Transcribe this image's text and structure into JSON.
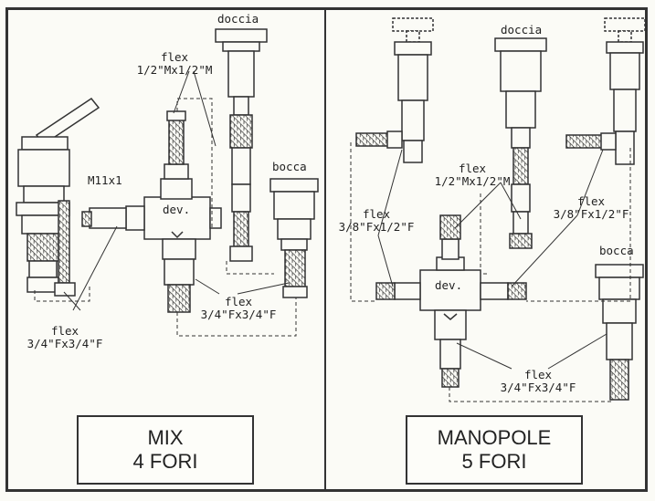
{
  "left_panel": {
    "box": {
      "line1": "MIX",
      "line2": "4 FORI"
    },
    "labels": {
      "doccia": "doccia",
      "bocca": "bocca",
      "dev": "dev.",
      "m11": "M11x1",
      "flex_top_1": "flex",
      "flex_top_2": "1/2\"Mx1/2\"M",
      "flex_right_1": "flex",
      "flex_right_2": "3/4\"Fx3/4\"F",
      "flex_left_1": "flex",
      "flex_left_2": "3/4\"Fx3/4\"F"
    }
  },
  "right_panel": {
    "box": {
      "line1": "MANOPOLE",
      "line2": "5 FORI"
    },
    "labels": {
      "doccia": "doccia",
      "bocca": "bocca",
      "dev": "dev.",
      "flex_center_1": "flex",
      "flex_center_2": "1/2\"Mx1/2\"M",
      "flex_left_1": "flex",
      "flex_left_2": "3/8\"Fx1/2\"F",
      "flex_right_1": "flex",
      "flex_right_2": "3/8\"Fx1/2\"F",
      "flex_bottom_1": "flex",
      "flex_bottom_2": "3/4\"Fx3/4\"F"
    }
  }
}
